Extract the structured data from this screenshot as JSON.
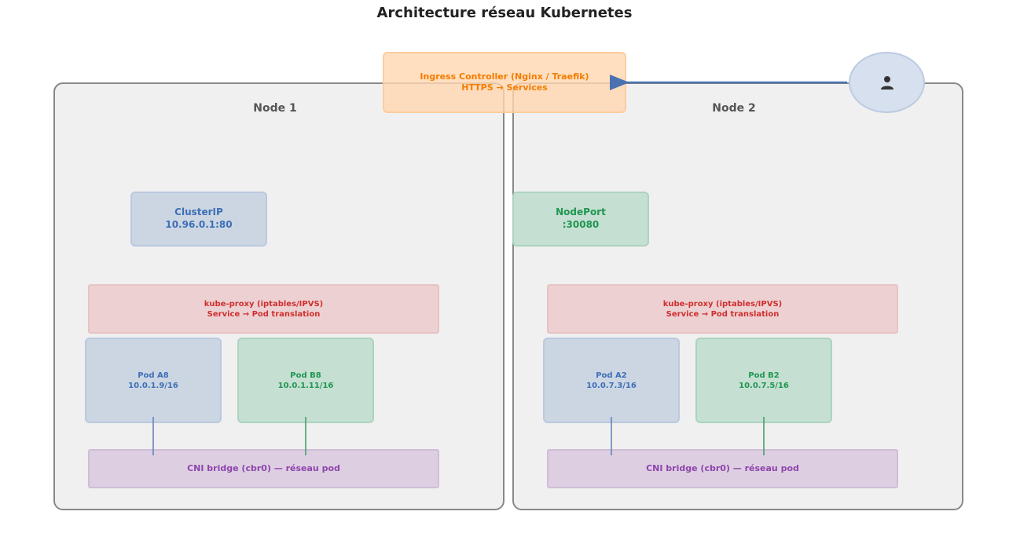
{
  "title": "Architecture réseau Kubernetes",
  "nodes": [
    {
      "title": "Node 1",
      "service": {
        "name": "ClusterIP",
        "detail": "10.96.0.1:80"
      },
      "kube_proxy": {
        "line1": "kube-proxy (iptables/IPVS)",
        "line2": "Service → Pod translation"
      },
      "pods": [
        {
          "name": "Pod A8",
          "ip": "10.0.1.9/16"
        },
        {
          "name": "Pod B8",
          "ip": "10.0.1.11/16"
        }
      ],
      "cni": "CNI bridge (cbr0) — réseau pod"
    },
    {
      "title": "Node 2",
      "service": {
        "name": "NodePort",
        "detail": ":30080"
      },
      "kube_proxy": {
        "line1": "kube-proxy (iptables/IPVS)",
        "line2": "Service → Pod translation"
      },
      "pods": [
        {
          "name": "Pod A2",
          "ip": "10.0.7.3/16"
        },
        {
          "name": "Pod B2",
          "ip": "10.0.7.5/16"
        }
      ],
      "cni": "CNI bridge (cbr0) — réseau pod"
    }
  ],
  "ingress": {
    "line1": "Ingress Controller (Nginx / Traefik)",
    "line2": "HTTPS → Services"
  },
  "user_icon": "user-icon",
  "colors": {
    "blue": "#3d6fb6",
    "green": "#1e9650",
    "red": "#d02e2e",
    "purple": "#8e44ad",
    "orange": "#f57c00",
    "arrow": "#4a72b0"
  }
}
